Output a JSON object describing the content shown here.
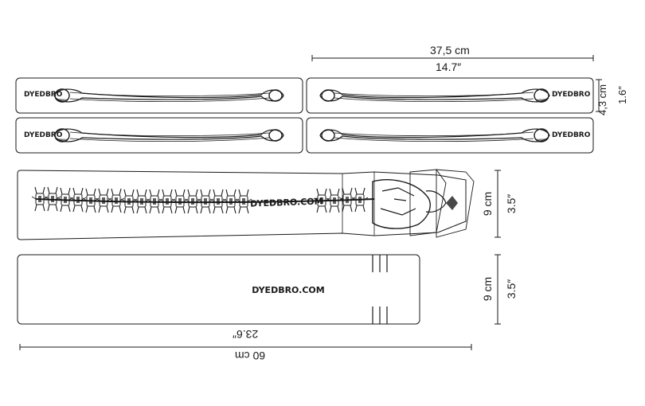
{
  "brand": {
    "logo": "DYEDBRO",
    "website": "DYEDBRO.COM"
  },
  "dimensions": {
    "bone_strip_width": {
      "metric": "37,5 cm",
      "imperial": "14.7″"
    },
    "bone_strip_height": {
      "metric": "4,3 cm",
      "imperial": "1.6″"
    },
    "spine_guard_height": {
      "metric": "9 cm",
      "imperial": "3.5″"
    },
    "plain_guard_height": {
      "metric": "9 cm",
      "imperial": "3.5″"
    },
    "plain_guard_length": {
      "metric": "60 cm",
      "imperial": "23.6″"
    }
  },
  "colors": {
    "line": "#1a1a1a",
    "background": "#ffffff"
  }
}
